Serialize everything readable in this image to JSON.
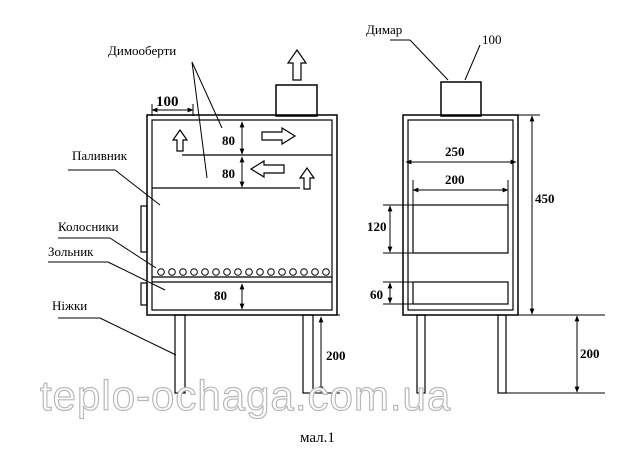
{
  "labels": {
    "smoke_turns": "Димооберти",
    "firebox": "Паливник",
    "grates": "Колосники",
    "ash_pit": "Зольник",
    "legs": "Ніжки",
    "chimney": "Димар"
  },
  "dimensions": {
    "front_offset": "100",
    "turn_top": "80",
    "turn_bottom": "80",
    "ash_pit_height": "80",
    "leg_height_front": "200",
    "chimney_width": "100",
    "outer_width": "250",
    "door_width": "200",
    "door_height": "120",
    "ash_door_height": "60",
    "body_height": "450",
    "leg_height_side": "200"
  },
  "watermark": "teplo-ochaga.com.ua",
  "caption": "мал.1"
}
